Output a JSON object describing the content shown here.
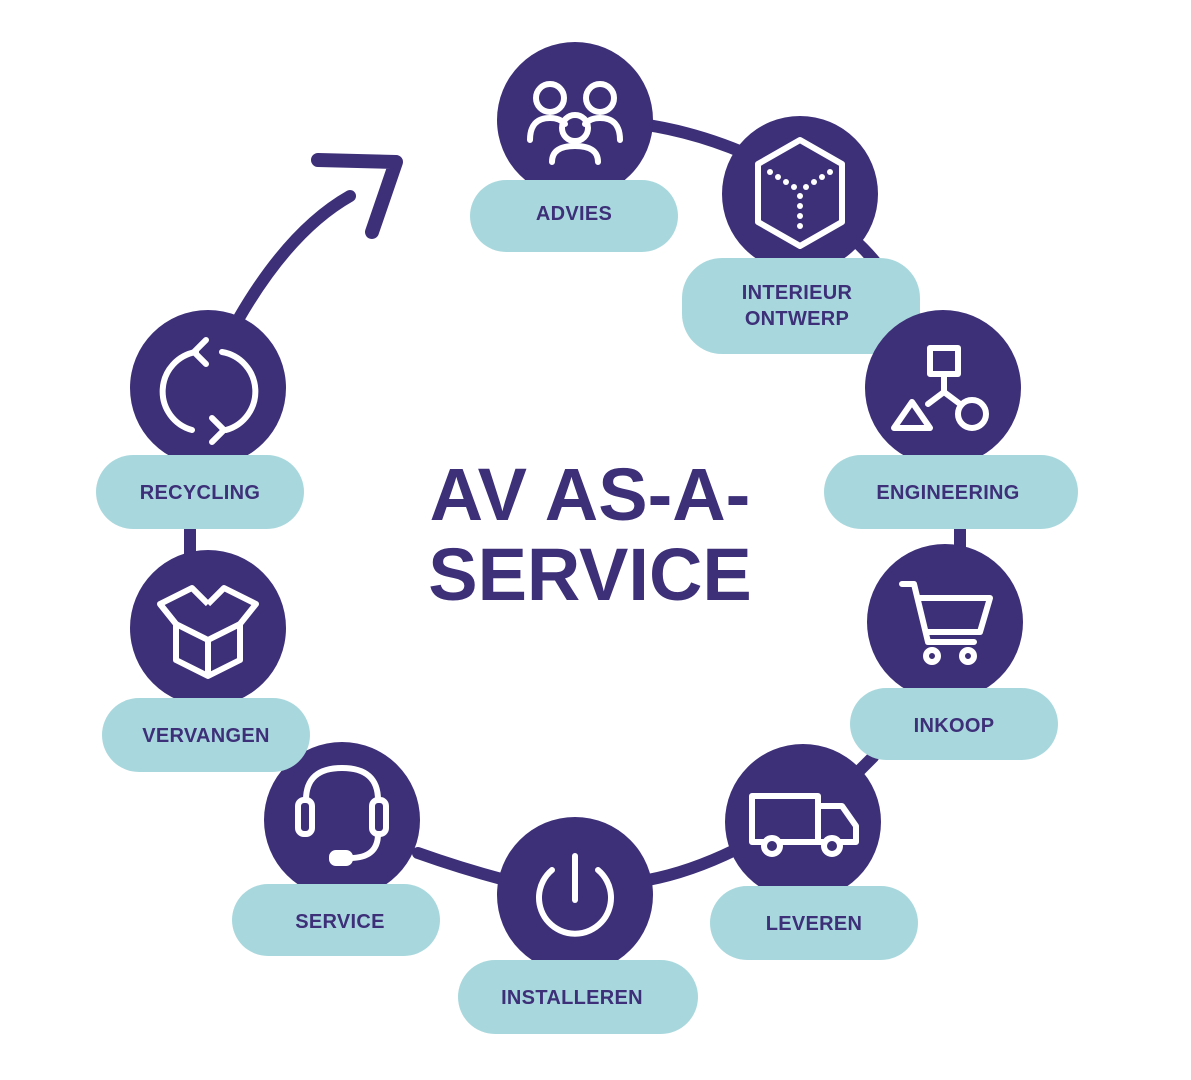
{
  "title": {
    "line1": "AV AS-A-",
    "line2": "SERVICE"
  },
  "steps": [
    {
      "id": "advies",
      "label_lines": [
        "ADVIES"
      ],
      "icon": "people-group-icon"
    },
    {
      "id": "interieur-ontwerp",
      "label_lines": [
        "INTERIEUR",
        "ONTWERP"
      ],
      "icon": "cube-icon"
    },
    {
      "id": "engineering",
      "label_lines": [
        "ENGINEERING"
      ],
      "icon": "shapes-diagram-icon"
    },
    {
      "id": "inkoop",
      "label_lines": [
        "INKOOP"
      ],
      "icon": "shopping-cart-icon"
    },
    {
      "id": "leveren",
      "label_lines": [
        "LEVEREN"
      ],
      "icon": "delivery-truck-icon"
    },
    {
      "id": "installeren",
      "label_lines": [
        "INSTALLEREN"
      ],
      "icon": "power-icon"
    },
    {
      "id": "service",
      "label_lines": [
        "SERVICE"
      ],
      "icon": "headset-icon"
    },
    {
      "id": "vervangen",
      "label_lines": [
        "VERVANGEN"
      ],
      "icon": "open-box-icon"
    },
    {
      "id": "recycling",
      "label_lines": [
        "RECYCLING"
      ],
      "icon": "recycle-arrows-icon"
    }
  ],
  "colors": {
    "circle": "#3d2f78",
    "pill": "#a8d8dd",
    "text": "#3d2f78",
    "icon_stroke": "#ffffff"
  }
}
